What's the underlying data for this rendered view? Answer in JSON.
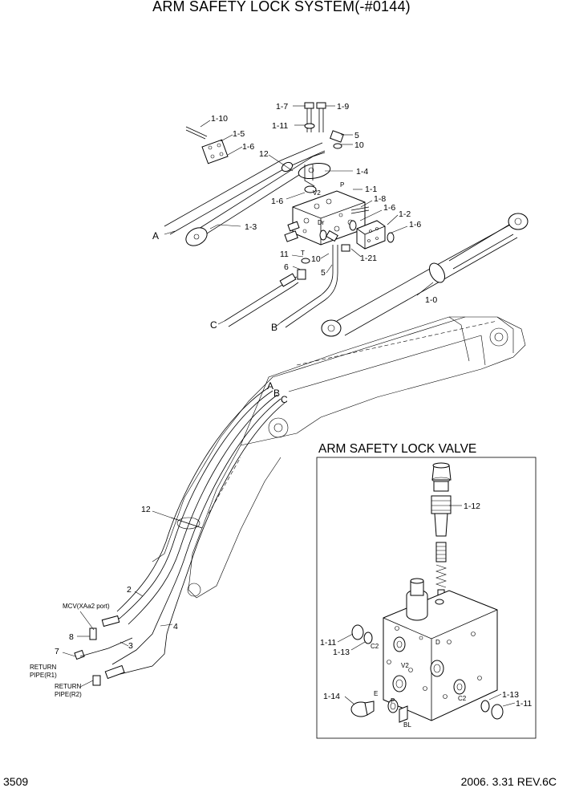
{
  "title": "ARM SAFETY LOCK SYSTEM(-#0144)",
  "page_number": "3509",
  "revision": "2006. 3.31 REV.6C",
  "inset": {
    "title": "ARM SAFETY LOCK VALVE",
    "callouts": [
      "1-12",
      "1-11",
      "1-13",
      "1-14",
      "1-13",
      "1-11"
    ],
    "port_marks": [
      "D",
      "C2",
      "V2",
      "E",
      "P",
      "C2",
      "BL"
    ]
  },
  "upper_callouts": [
    "1-7",
    "1-9",
    "1-11",
    "5",
    "10",
    "1-10",
    "1-5",
    "1-6",
    "12",
    "1-4",
    "P",
    "V2",
    "1-1",
    "1-6",
    "1-8",
    "1-6",
    "1-2",
    "1-6",
    "1-3",
    "A",
    "Dr",
    "11",
    "10",
    "1-21",
    "6",
    "T",
    "5",
    "1-0",
    "C",
    "B"
  ],
  "hose_end_marks": [
    "A",
    "B",
    "C"
  ],
  "lower_callouts": [
    "12",
    "2",
    "MCV(XAa2 port)",
    "8",
    "4",
    "3",
    "7",
    "RETURN",
    "PIPE(R1)",
    "RETURN",
    "PIPE(R2)"
  ]
}
